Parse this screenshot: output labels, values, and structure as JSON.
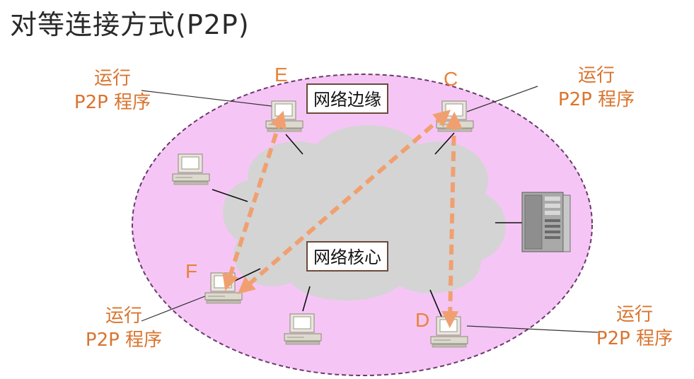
{
  "title": "对等连接方式(P2P)",
  "regions": {
    "edge_label": "网络边缘",
    "core_label": "网络核心"
  },
  "hosts": {
    "E": "E",
    "C": "C",
    "F": "F",
    "D": "D"
  },
  "callouts": [
    {
      "line1": "运行",
      "line2": "P2P 程序"
    },
    {
      "line1": "运行",
      "line2": "P2P 程序"
    },
    {
      "line1": "运行",
      "line2": "P2P 程序"
    },
    {
      "line1": "运行",
      "line2": "P2P 程序"
    }
  ],
  "colors": {
    "edge_fill": "#f5c6f5",
    "edge_border": "#6b3a6b",
    "cloud": "#d4d4d4",
    "arrow": "#f0a070",
    "label_text": "#d9742e"
  }
}
